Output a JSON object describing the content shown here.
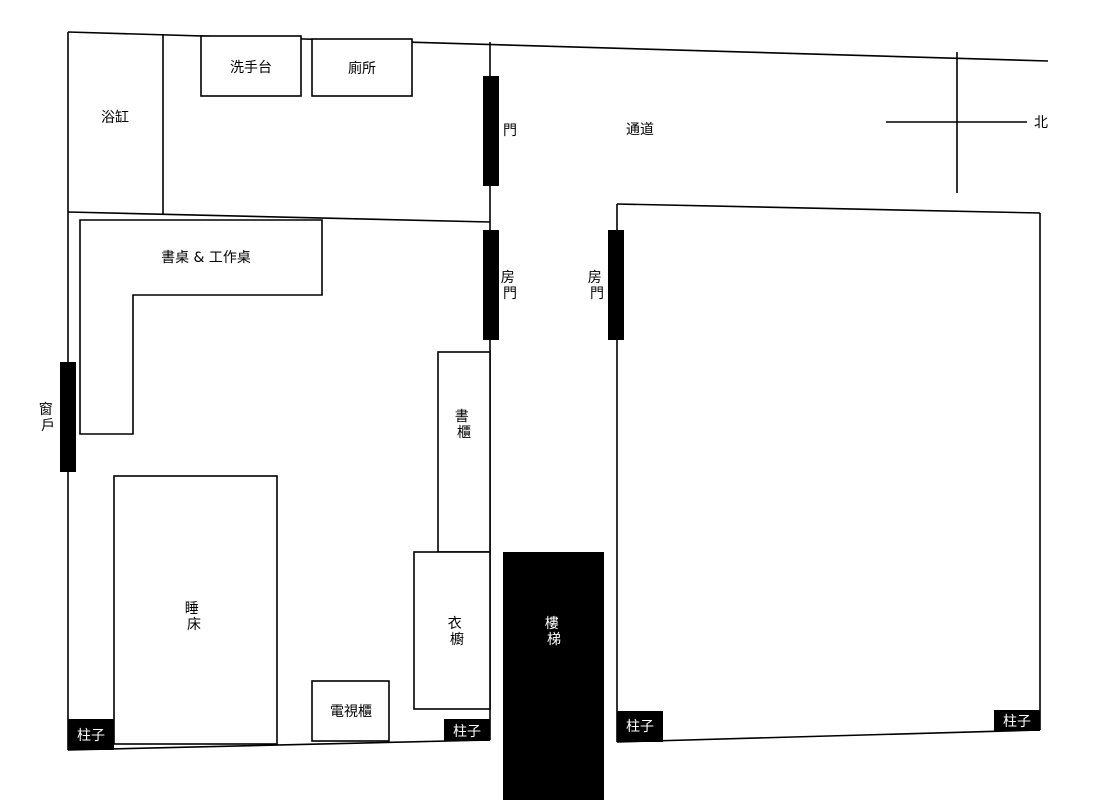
{
  "colors": {
    "wall": "#000000",
    "background": "#ffffff",
    "solid_fill": "#000000",
    "label_on_solid": "#ffffff"
  },
  "labels": {
    "bathtub": "浴缸",
    "washbasin": "洗手台",
    "toilet": "廁所",
    "door": "門",
    "corridor": "通道",
    "north": "北",
    "desk": "書桌 & 工作桌",
    "room_door": "房門",
    "room_door_right": "房門",
    "window": "窗戶",
    "bookshelf": "書櫃",
    "bed": "睡床",
    "wardrobe": "衣櫥",
    "stairs": "樓梯",
    "tv_cabinet": "電視櫃",
    "pillar": "柱子"
  }
}
